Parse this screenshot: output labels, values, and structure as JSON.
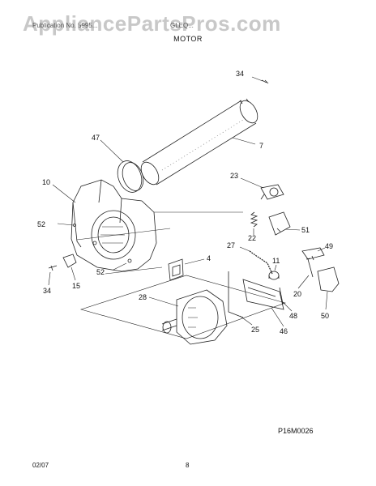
{
  "watermark": "AppliancePartsPros.com",
  "header": {
    "publication": "Publication No. 5995...",
    "model": "GLEQ...",
    "section_title": "MOTOR"
  },
  "callouts": {
    "c34a": "34",
    "c7": "7",
    "c47": "47",
    "c10": "10",
    "c23": "23",
    "c52a": "52",
    "c51": "51",
    "c22": "22",
    "c27": "27",
    "c49": "49",
    "c4": "4",
    "c11": "11",
    "c52b": "52",
    "c34b": "34",
    "c15": "15",
    "c20": "20",
    "c28": "28",
    "c48": "48",
    "c50": "50",
    "c25": "25",
    "c46": "46"
  },
  "diagram_code": "P16M0026",
  "footer": {
    "date": "02/07",
    "page": "8"
  }
}
